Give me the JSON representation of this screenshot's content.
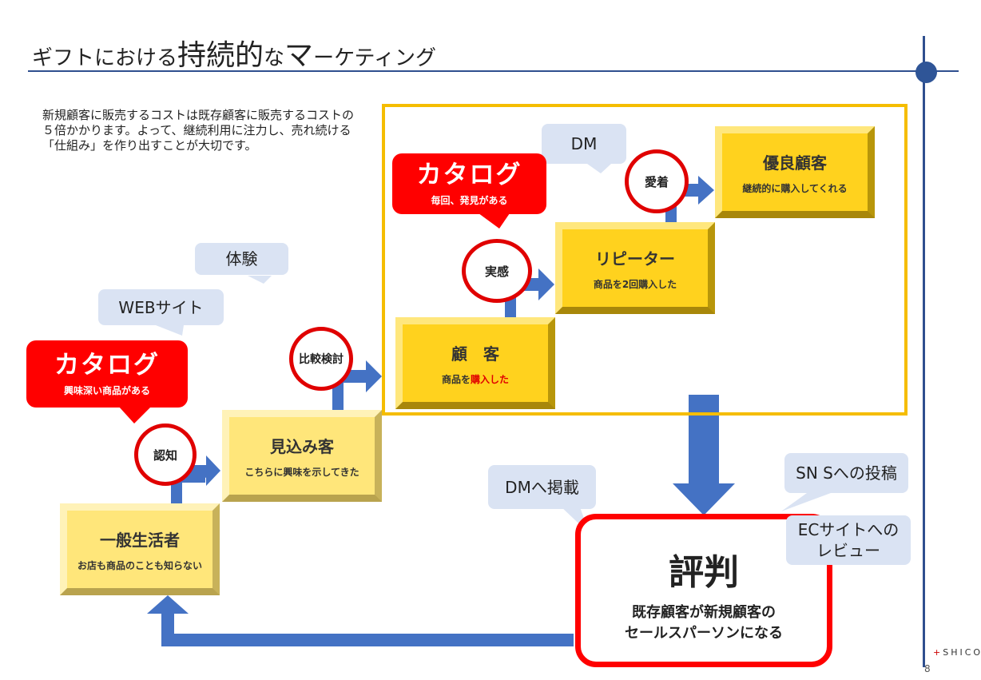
{
  "title": {
    "part1": "ギフトにおける",
    "part2": "持続的",
    "part3": "な",
    "part4": "マ",
    "part5": "ーケティング"
  },
  "intro_text": "新規顧客に販売するコストは既存顧客に販売するコストの５倍かかります。よって、継続利用に注力し、売れ続ける「仕組み」を作り出すことが大切です。",
  "stages": {
    "general": {
      "title": "一般生活者",
      "subtitle": "お店も商品のことも知らない"
    },
    "prospect": {
      "title": "見込み客",
      "subtitle": "こちらに興味を示してきた"
    },
    "customer": {
      "title": "顧　客",
      "subtitle_pre": "商品を",
      "subtitle_highlight": "購入した"
    },
    "repeater": {
      "title": "リピーター",
      "subtitle": "商品を2回購入した"
    },
    "loyal": {
      "title": "優良顧客",
      "subtitle": "継続的に購入してくれる"
    }
  },
  "circles": {
    "awareness": "認知",
    "compare": "比較検討",
    "experience": "実感",
    "attachment": "愛着"
  },
  "bubbles": {
    "experience_trial": "体験",
    "web_site": "WEBサイト",
    "dm_top": "DM",
    "dm_posting": "DMへ掲載",
    "sns_post": "SN Sへの投稿",
    "ec_review": "ECサイトへの\nレビュー"
  },
  "catalog_bubbles": {
    "lower": {
      "title": "カタログ",
      "subtitle": "興味深い商品がある"
    },
    "upper": {
      "title": "カタログ",
      "subtitle": "毎回、発見がある"
    }
  },
  "reputation": {
    "title": "評判",
    "line1": "既存顧客が新規顧客の",
    "line2": "セールスパーソンになる"
  },
  "footer": {
    "logo_mark": "+",
    "logo_text": "SHICO",
    "page_number": "8"
  },
  "colors": {
    "accent_blue": "#4472c4",
    "navy_rule": "#2f4f8f",
    "frame_gold": "#f5bd00",
    "alert_red": "#ff0000",
    "bubble_blue": "#dae3f3"
  }
}
